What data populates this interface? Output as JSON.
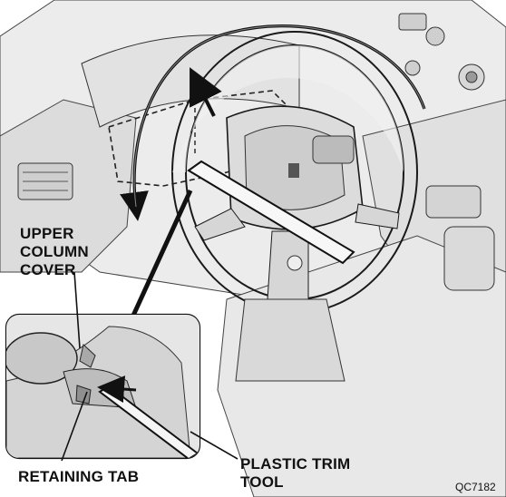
{
  "labels": {
    "upper_column_cover": [
      "UPPER",
      "COLUMN",
      "COVER"
    ],
    "retaining_tab": "RETAINING TAB",
    "plastic_trim_tool": [
      "PLASTIC TRIM",
      "TOOL"
    ]
  },
  "figure_code": "QC7182",
  "colors": {
    "background": "#ffffff",
    "line": "#1a1a1a",
    "shade_light": "#e4e4e4",
    "shade_mid": "#cfcfcf",
    "shade_dark": "#9a9a9a"
  },
  "icons": [
    "rotation-arrow-icon",
    "pry-direction-arrow-icon"
  ]
}
